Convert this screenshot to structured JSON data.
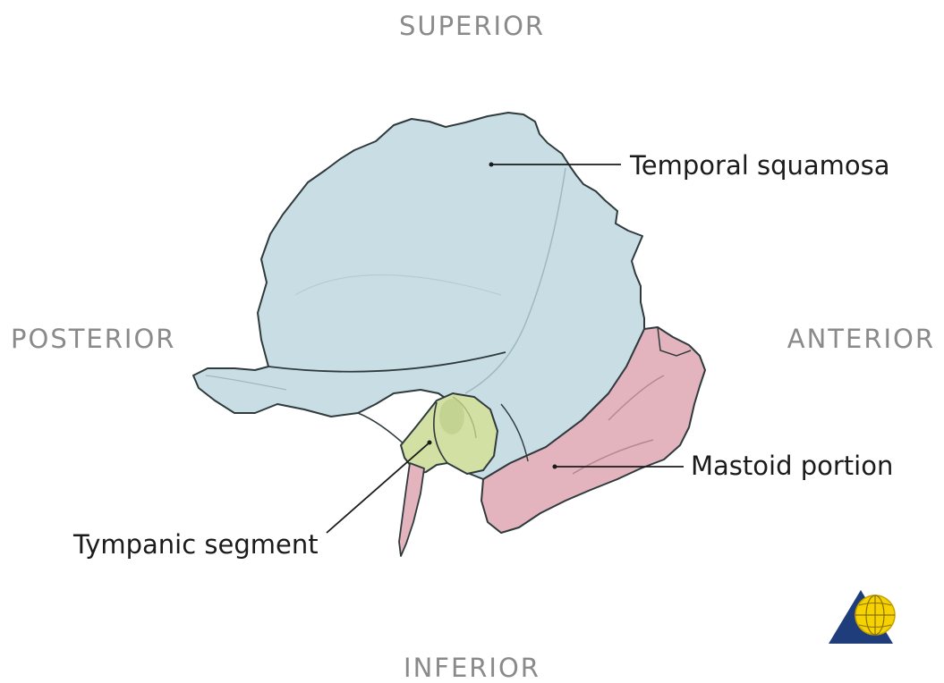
{
  "directions": {
    "superior": "SUPERIOR",
    "inferior": "INFERIOR",
    "posterior": "POSTERIOR",
    "anterior": "ANTERIOR"
  },
  "labels": {
    "temporal_squamosa": "Temporal squamosa",
    "mastoid_portion": "Mastoid portion",
    "tympanic_segment": "Tympanic segment"
  },
  "colors": {
    "squamosa": "#c9dde4",
    "mastoid": "#e3b4bd",
    "tympanic": "#d3e0a3",
    "outline": "#2f3a3d",
    "logo_triangle": "#1f3d7a",
    "logo_globe": "#f5d200"
  }
}
